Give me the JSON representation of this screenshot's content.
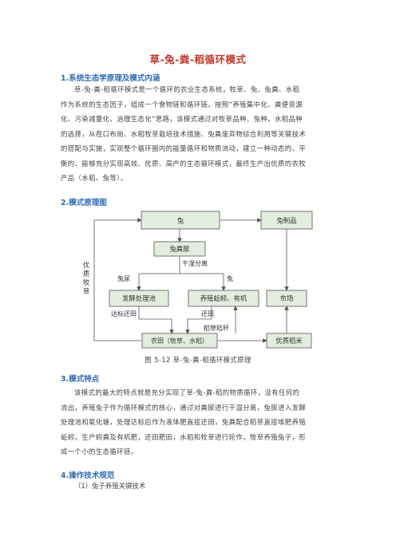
{
  "doc": {
    "title": "草-兔-粪-稻循环模式",
    "s1_heading": "1.系统生态学原理及模式内涵",
    "s1_lines": [
      "草-兔-粪-稻循环模式是一个循环的农业生态系统，牧草、兔、兔粪、水稻",
      "作为系统的生态因子，组成一个食物链和循环链。按照“养殖集中化、粪便资源",
      "化、污染减量化、治理生态化”思路，该模式通过对牧草品种、兔种、水稻品种",
      "的选择，从茬口布局、水稻牧草栽培技术措施、兔粪废弃物综合利用等关键技术",
      "的搭配与实施，实现整个循环圈内的能量循环和物质流动，建立一种动态的、平",
      "衡的、能够充分实现高效、优质、高产的生态循环模式，最终生产出优质的农牧",
      "产品（水稻、兔等）。"
    ],
    "s2_heading": "2.模式原理图",
    "diagram": {
      "rabbit": "兔",
      "rabbit_products": "兔制品",
      "manure": "兔粪尿",
      "dry_wet": "干湿分离",
      "urine_label": "兔尿",
      "feces_label": "兔",
      "ferment": "发酵处理池",
      "worm": "养殖蚯蚓、有机",
      "market": "市场",
      "return1": "达标还田",
      "return2": "还田",
      "straw": "稻草秸秆",
      "field": "农田（牧草、水稻）",
      "rice": "优质稻米",
      "forage": "优质牧草"
    },
    "caption": "图 5-12   草-兔-粪-稻循环模式原理",
    "s3_heading": "3.模式特点",
    "s3_lines": [
      "该模式的最大的特点就是充分实现了草-兔-粪-稻的物质循环，没有任何的",
      "流出，养殖兔子作为循环模式的核心，通过对粪尿进行干湿分离，兔尿进入发酵",
      "处理池和氧化塘，处理达标后作为液体肥直接还田，兔粪配合稻草直接堆肥养殖",
      "蚯蚓，生产蚓粪及有机肥，还田肥田，水稻和牧草进行轮作，牧草养殖兔子，形",
      "成一个小的生态循环链。"
    ],
    "s4_heading": "4.操作技术规范",
    "s4_sub": "（1）兔子养殖关键技术"
  }
}
